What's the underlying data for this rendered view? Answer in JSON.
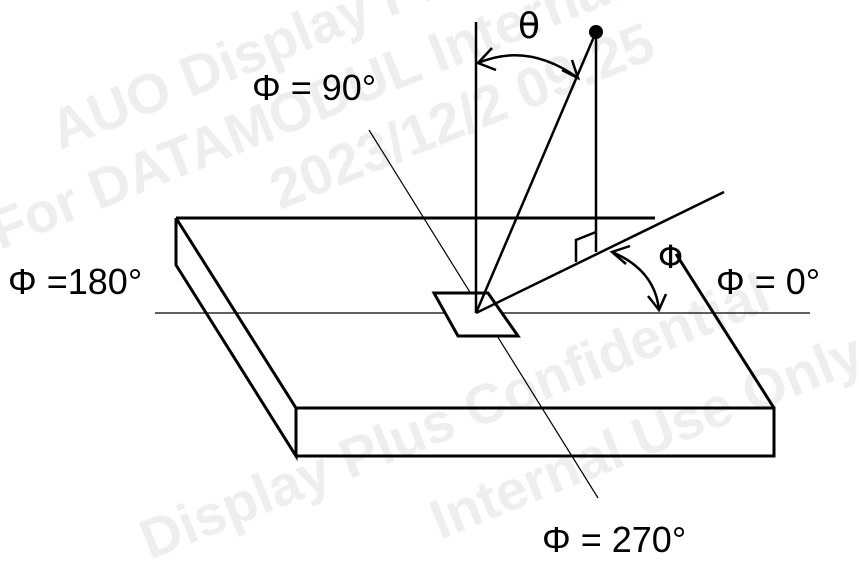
{
  "labels": {
    "theta": "θ",
    "phi": "Φ",
    "phi_90": "Φ = 90°",
    "phi_180": "Φ =180°",
    "phi_0": "Φ = 0°",
    "phi_270": "Φ = 270°"
  },
  "watermark": {
    "line1": "AUO Display Plus",
    "line2": "For DATAMODUL Internal",
    "line3": "2023/12/2 09:25",
    "line4": "Display Plus Confidential",
    "line5": "Internal Use Only"
  },
  "colors": {
    "line": "#000000",
    "watermark": "#cfcfcf"
  }
}
